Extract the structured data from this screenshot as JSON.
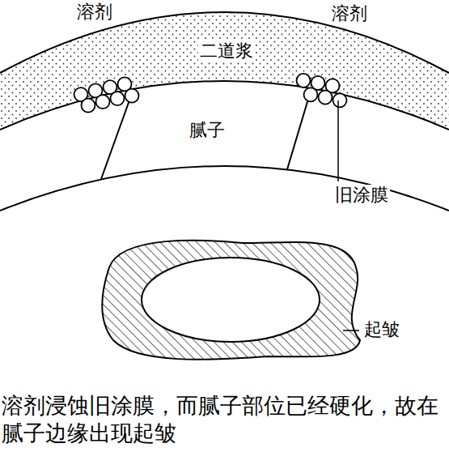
{
  "diagram": {
    "caption": "溶剂浸蚀旧涂膜，而腻子部位已经硬化，故在腻子边缘出现起皱",
    "labels": [
      "溶剂",
      "溶剂",
      "二道浆",
      "腻子",
      "旧涂膜",
      "起皱"
    ]
  }
}
